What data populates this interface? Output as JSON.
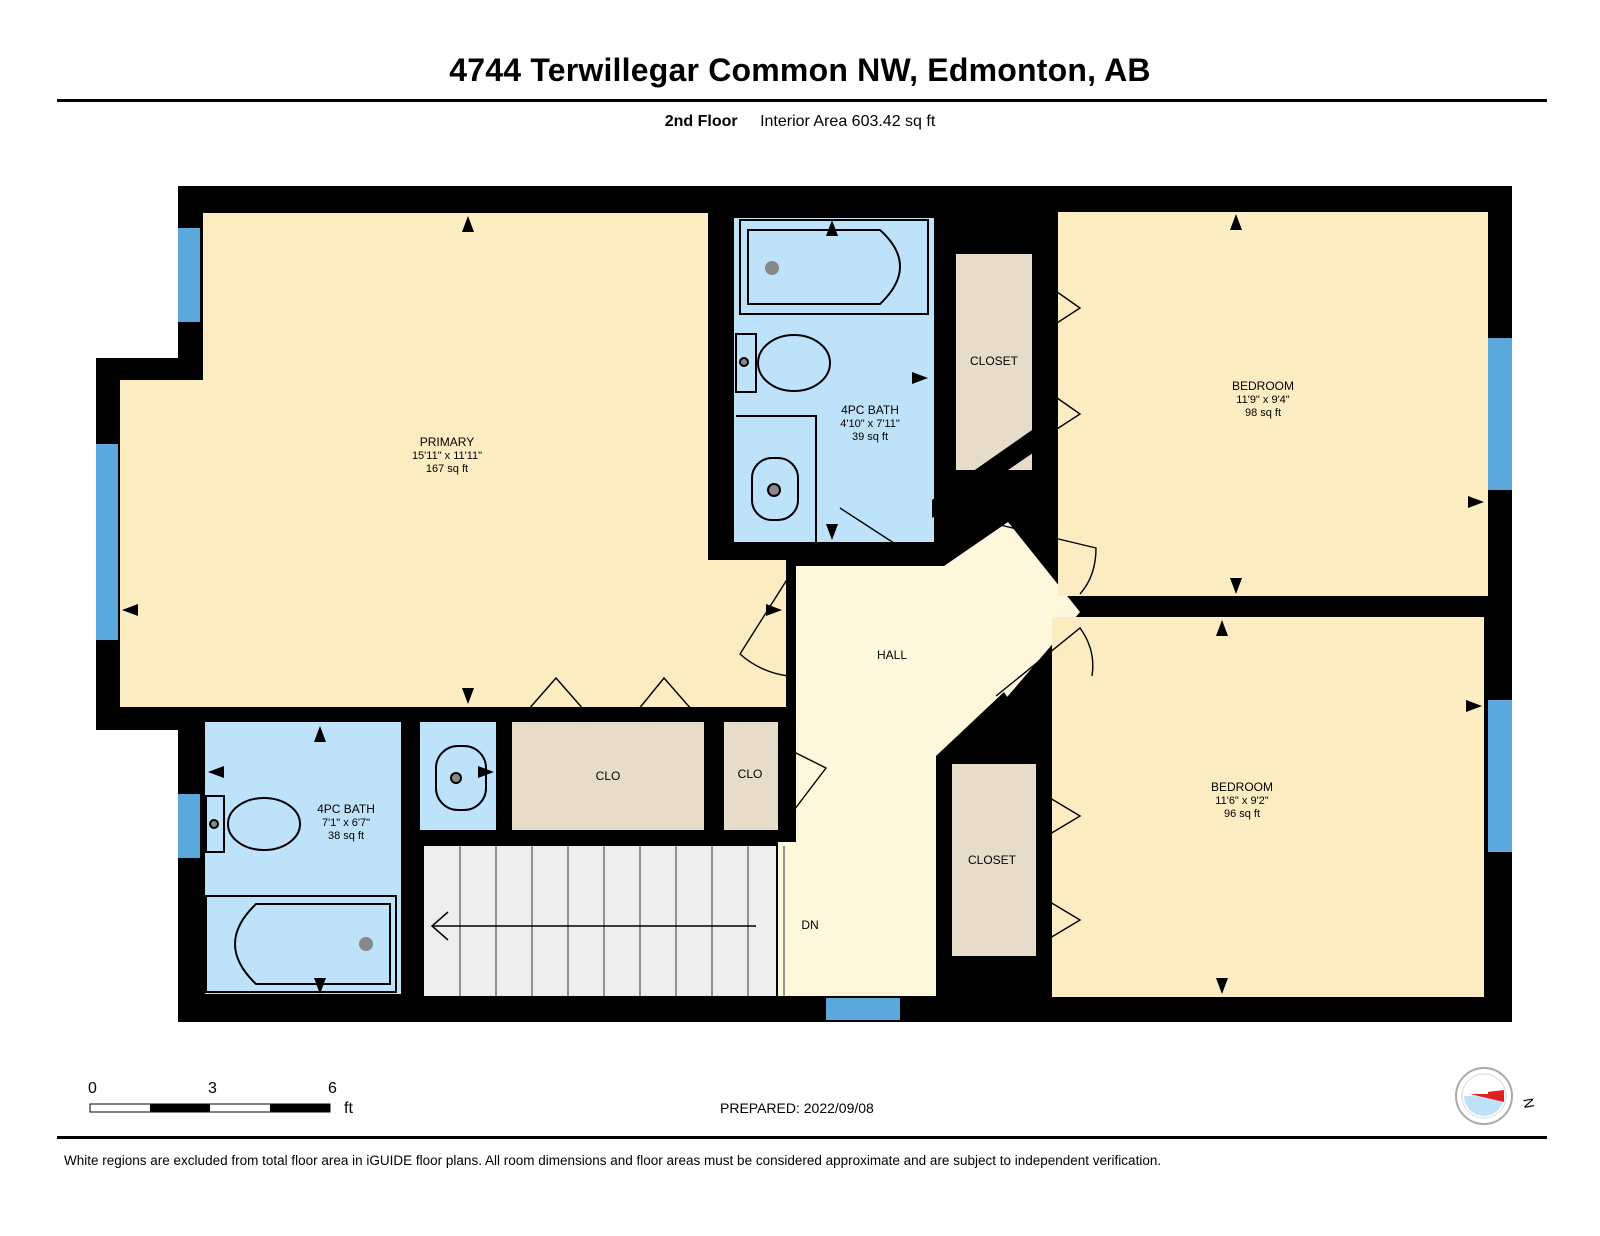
{
  "header": {
    "address": "4744 Terwillegar Common NW, Edmonton, AB",
    "floor": "2nd Floor",
    "interior_area": "Interior Area 603.42 sq ft"
  },
  "rooms": {
    "primary": {
      "name": "PRIMARY",
      "dims": "15'11\" x 11'11\"",
      "area": "167 sq ft"
    },
    "bath_upper": {
      "name": "4PC BATH",
      "dims": "4'10\" x 7'11\"",
      "area": "39 sq ft"
    },
    "bedroom_1": {
      "name": "BEDROOM",
      "dims": "11'9\" x 9'4\"",
      "area": "98 sq ft"
    },
    "bedroom_2": {
      "name": "BEDROOM",
      "dims": "11'6\" x 9'2\"",
      "area": "96 sq ft"
    },
    "bath_lower": {
      "name": "4PC BATH",
      "dims": "7'1\" x 6'7\"",
      "area": "38 sq ft"
    },
    "hall": {
      "name": "HALL"
    },
    "closet_upper": {
      "name": "CLOSET"
    },
    "closet_lower": {
      "name": "CLOSET"
    },
    "clo_large": {
      "name": "CLO"
    },
    "clo_small": {
      "name": "CLO"
    },
    "stairs": {
      "name": "DN"
    }
  },
  "scale_bar": {
    "ticks": [
      "0",
      "3",
      "6"
    ],
    "unit": "ft"
  },
  "compass": {
    "label": "N"
  },
  "footer": {
    "prepared": "PREPARED: 2022/09/08",
    "disclaimer": "White regions are excluded from total floor area in iGUIDE floor plans. All room dimensions and floor areas must be considered approximate and are subject to independent verification."
  },
  "colors": {
    "wall": "#000000",
    "room_fill": "#fbecc2",
    "hall_fill": "#fdf8dc",
    "bath_fill": "#bfe2fb",
    "closet_fill": "#e7dcc9",
    "stair_fill": "#eeeeee",
    "window": "#5aa8dc"
  }
}
